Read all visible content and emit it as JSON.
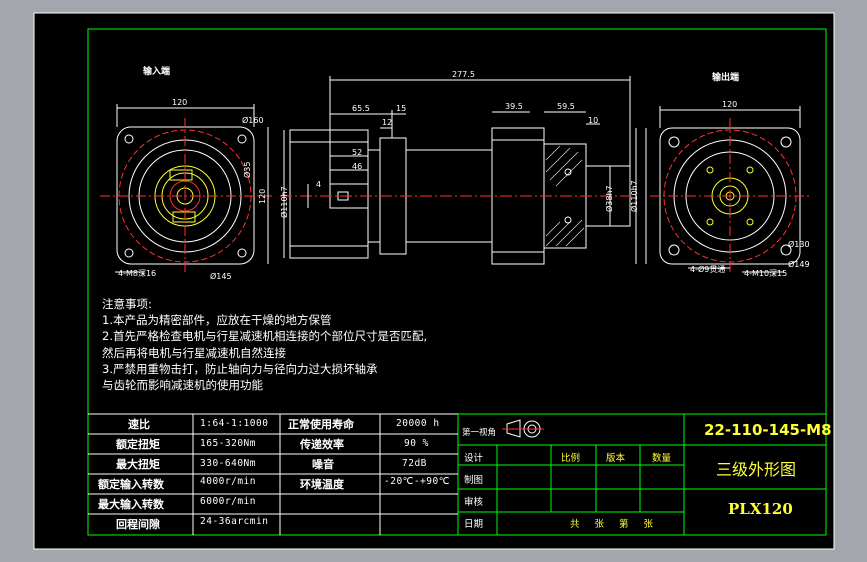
{
  "drawing": {
    "input_end_label": "输入端",
    "output_end_label": "输出端",
    "dims_top": {
      "overall": "277.5",
      "d65": "65.5",
      "d15": "15",
      "d12": "12",
      "d39": "39.5",
      "d59": "59.5",
      "d10": "10"
    },
    "dims_body": {
      "d52": "52",
      "d46": "46",
      "d4": "4",
      "d120_left": "120",
      "d120_right": "120"
    },
    "dims_round": {
      "d160": "Ø160",
      "d145": "Ø145",
      "d130": "Ø130",
      "d149": "Ø149",
      "hole_left": "4-M8深16",
      "hole_right1": "4-Ø9贯通",
      "hole_right2": "4-M10深15"
    },
    "dims_vertical": {
      "d110": "Ø110h7",
      "d120": "120",
      "d35": "Ø35",
      "d38": "Ø38h7",
      "d110b": "Ø110h7"
    },
    "hatch_color": "#e8e8e8"
  },
  "notes": {
    "title": "注意事项:",
    "lines": [
      "1.本产品为精密部件，应放在干燥的地方保管",
      "2.首先严格检查电机与行星减速机相连接的个部位尺寸是否匹配,",
      "然后再将电机与行星减速机自然连接",
      "3.严禁用重物击打，防止轴向力与径向力过大损坏轴承",
      "与齿轮而影响减速机的使用功能"
    ]
  },
  "specs": [
    {
      "label": "速比",
      "value": "1:64-1:1000"
    },
    {
      "label": "额定扭矩",
      "value": "165-320Nm"
    },
    {
      "label": "最大扭矩",
      "value": "330-640Nm"
    },
    {
      "label": "额定输入转数",
      "value": "4000r/min"
    },
    {
      "label": "最大输入转数",
      "value": "6000r/min"
    },
    {
      "label": "回程间隙",
      "value": "24-36arcmin"
    }
  ],
  "specs2": [
    {
      "label": "正常使用寿命",
      "value": "20000 h"
    },
    {
      "label": "传递效率",
      "value": "90 %"
    },
    {
      "label": "噪音",
      "value": "72dB"
    },
    {
      "label": "环境温度",
      "value": "-20℃-+90℃"
    }
  ],
  "titleblock": {
    "view_label": "第一视角",
    "rows": [
      "设计",
      "制图",
      "审核",
      "日期"
    ],
    "headers": [
      "比例",
      "版本",
      "数量"
    ],
    "sheet_text": "共  张  第  张",
    "code": "22-110-145-M8",
    "name": "三级外形图",
    "model": "PLX120"
  },
  "colors": {
    "frame": "#00ff00",
    "background": "#000000",
    "outer": "#a3a6ac",
    "center_line": "#ff0000",
    "part": "#ffffff",
    "accent": "#ffff33"
  }
}
